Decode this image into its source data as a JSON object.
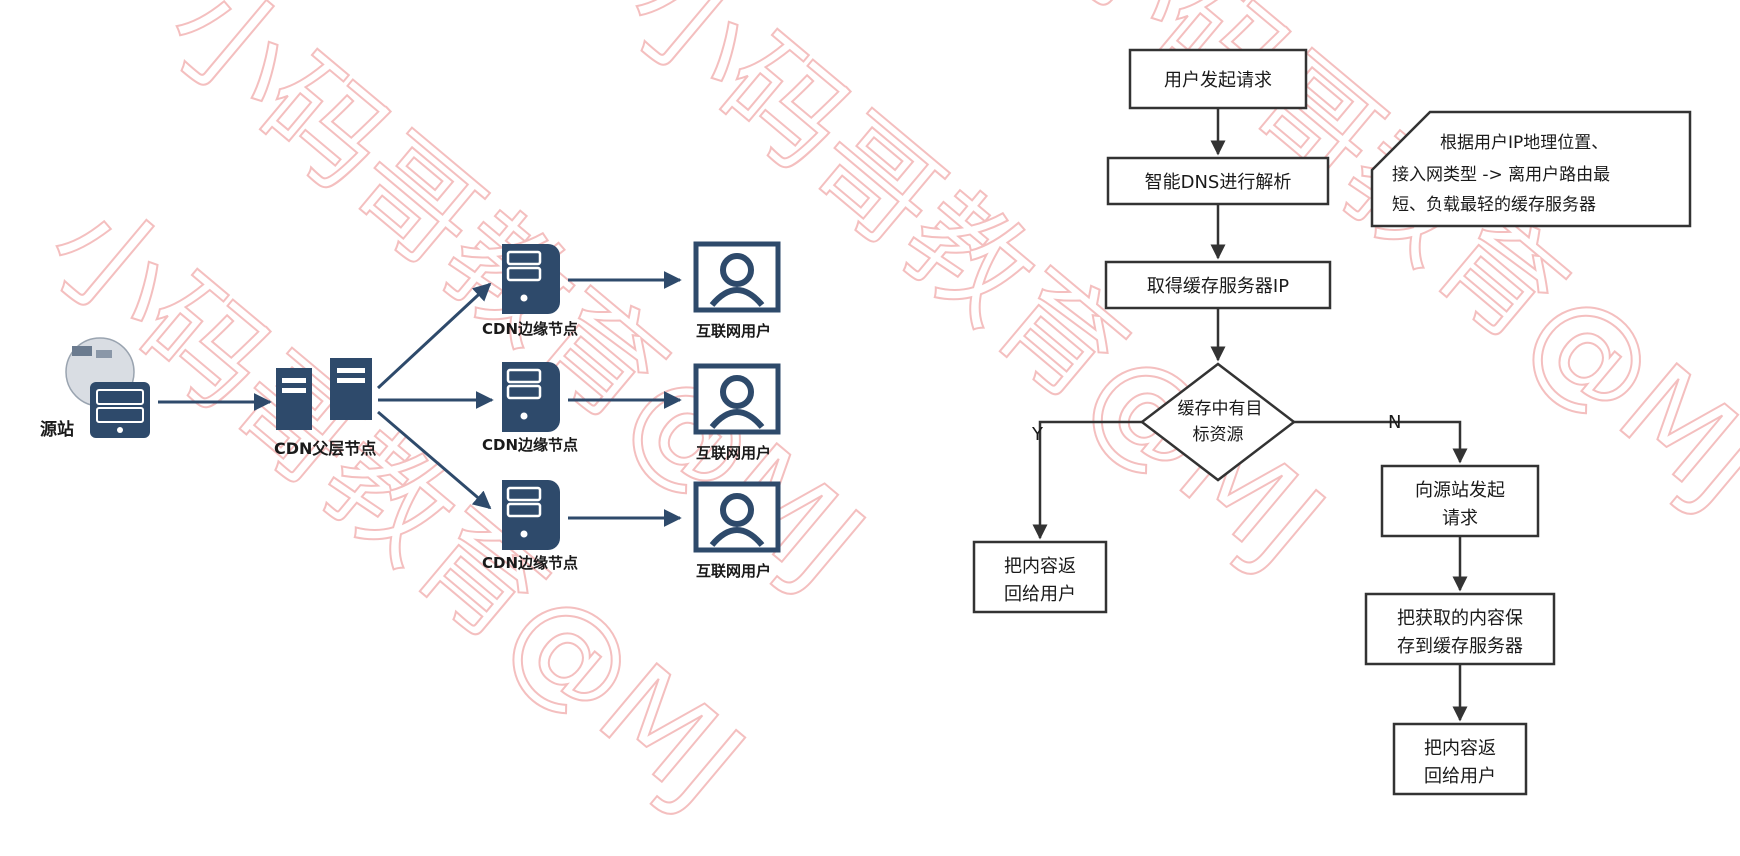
{
  "watermark": {
    "text": "小码哥教育@MJ",
    "color": "#f3b9b9"
  },
  "cdn_diagram": {
    "origin_label": "源站",
    "parent_label": "CDN父层节点",
    "edge_label": "CDN边缘节点",
    "user_label": "互联网用户",
    "edge_count": 3,
    "icon_color": "#2e4a6b",
    "icons": {
      "origin": "server-with-globe-icon",
      "parent": "dual-server-icon",
      "edge": "server-icon",
      "user": "user-avatar-icon"
    }
  },
  "flowchart": {
    "step1": "用户发起请求",
    "step2": "智能DNS进行解析",
    "step3": "取得缓存服务器IP",
    "decision_line1": "缓存中有目",
    "decision_line2": "标资源",
    "yes": "Y",
    "no": "N",
    "yes_result_line1": "把内容返",
    "yes_result_line2": "回给用户",
    "no_step1_line1": "向源站发起",
    "no_step1_line2": "请求",
    "no_step2_line1": "把获取的内容保",
    "no_step2_line2": "存到缓存服务器",
    "no_step3_line1": "把内容返",
    "no_step3_line2": "回给用户",
    "note_line1": "根据用户IP地理位置、",
    "note_line2": "接入网类型 -> 离用户路由最",
    "note_line3": "短、负载最轻的缓存服务器"
  }
}
